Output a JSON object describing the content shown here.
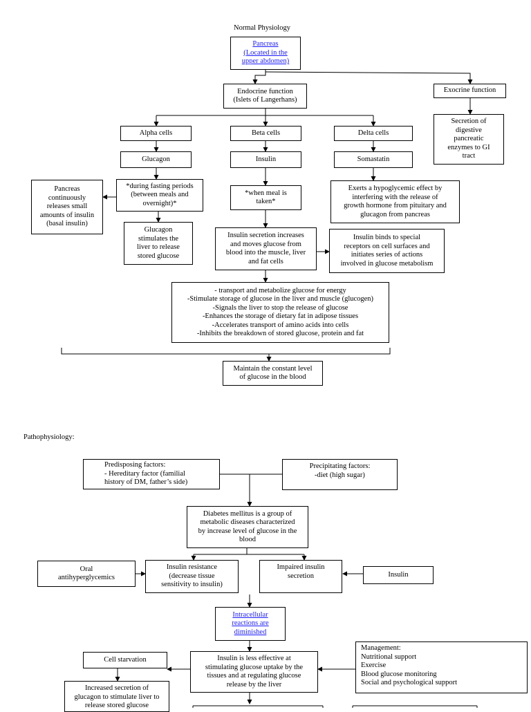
{
  "normal": {
    "title": "Normal Physiology",
    "pancreas": "Pancreas\n(Located in the\nupper abdomen)",
    "endocrine": "Endocrine function\n(Islets of Langerhans)",
    "exocrine": "Exocrine function",
    "exocrine_secretion": "Secretion of\ndigestive\npancreatic\nenzymes to GI\ntract",
    "alpha": "Alpha cells",
    "beta": "Beta cells",
    "delta": "Delta cells",
    "glucagon": "Glucagon",
    "insulin": "Insulin",
    "somastatin": "Somastatin",
    "basal": "Pancreas\ncontinuously\nreleases small\namounts of insulin\n(basal insulin)",
    "fasting": "*during fasting periods\n(between meals and\novernight)*",
    "meal": "*when meal is\ntaken*",
    "hypoglycemic": "Exerts a hypoglycemic effect by\ninterfering with the release of\ngrowth hormone from pituitary and\nglucagon from pancreas",
    "glucagon_stim": "Glucagon\nstimulates the\nliver to release\nstored glucose",
    "insulin_secretion": "Insulin secretion increases\nand moves glucose from\nblood into the muscle, liver\nand fat cells",
    "insulin_binds": "Insulin binds to special\nreceptors on cell surfaces and\ninitiates series of actions\ninvolved in glucose metabolism",
    "effects": "- transport and metabolize glucose for energy\n-Stimulate storage of glucose in the liver and muscle (glucogen)\n-Signals the liver to stop the release of glucose\n-Enhances the storage of dietary fat in adipose tissues\n-Accelerates transport of amino acids into cells\n-Inhibits the breakdown of stored glucose, protein and fat",
    "maintain": "Maintain the constant level\nof glucose in the blood"
  },
  "patho": {
    "title": "Pathophysiology:",
    "predisposing": "Predisposing factors:\n-     Hereditary factor (familial\n      history of DM, father’s side)",
    "precipitating": "Precipitating factors:\n-diet (high sugar)",
    "dm": "Diabetes mellitus is a group of\nmetabolic diseases characterized\nby increase level of glucose in the\nblood",
    "oral": "Oral\nantihyperglycemics",
    "resistance": "Insulin resistance\n(decrease tissue\nsensitivity to insulin)",
    "impaired": "Impaired insulin\nsecretion",
    "insulin": "Insulin",
    "intracellular": "Intracellular\nreactions are\ndiminished",
    "starvation": "Cell starvation",
    "less_effective": "Insulin is less effective at\nstimulating glucose uptake by the\ntissues and at regulating glucose\nrelease by the liver",
    "management": "Management:\nNutritional support\nExercise\nBlood glucose monitoring\nSocial and psychological support",
    "increased": "Increased secretion of\nglucagon to stimulate liver to\nrelease stored glucose"
  }
}
